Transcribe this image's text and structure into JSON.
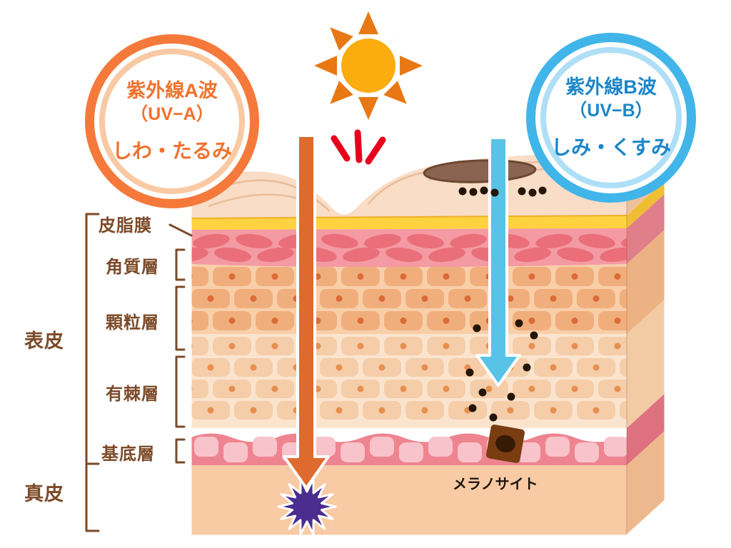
{
  "uva_bubble": {
    "line1": "紫外線A波",
    "line2": "（UV−A）",
    "line3": "しわ・たるみ",
    "ring_color": "#F5793B",
    "inner_ring_color": "#F9C9A3",
    "text_color": "#F0722E"
  },
  "uvb_bubble": {
    "line1": "紫外線B波",
    "line2": "（UV−B）",
    "line3": "しみ・くすみ",
    "ring_color": "#41B5E9",
    "inner_ring_color": "#AEDFF7",
    "text_color": "#1C86C8"
  },
  "skin_labels": {
    "sebum_film": "皮脂膜",
    "stratum_corneum": "角質層",
    "granular_layer": "顆粒層",
    "spinous_layer": "有棘層",
    "basal_layer": "基底層",
    "epidermis": "表皮",
    "dermis": "真皮",
    "melanocyte": "メラノサイト"
  },
  "arrows": {
    "uva_color": "#DF6A2E",
    "uvb_color": "#58C3E6"
  },
  "icons": {
    "sun_core_color": "#FBAC0F",
    "sun_ray_color": "#E87814",
    "impact_mark_color": "#E8001C",
    "damage_burst_color": "#4B2D90",
    "age_spot_color": "#8A6450",
    "melanin_dot_color": "#241607",
    "label_line_color": "#7C4A28"
  }
}
